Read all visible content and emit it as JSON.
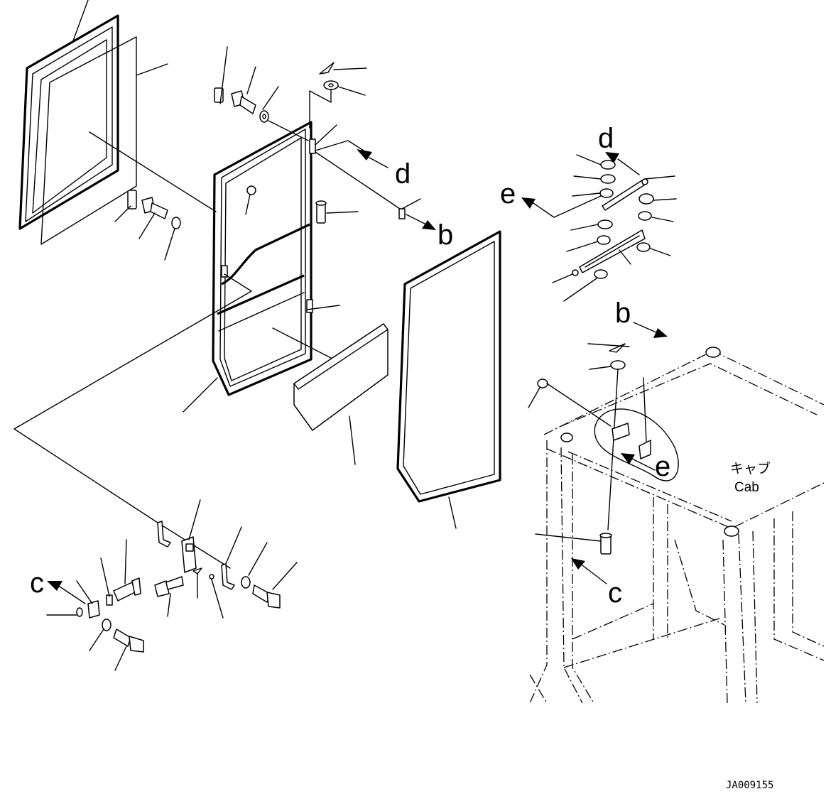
{
  "labels": {
    "d_top": "d",
    "b_mid": "b",
    "d_right": "d",
    "e_right": "e",
    "b_right": "b",
    "e_cab": "e",
    "c_cab": "c",
    "c_left": "c"
  },
  "cab": {
    "japanese": "キャブ",
    "english": "Cab"
  },
  "drawing_code": "JA009155"
}
